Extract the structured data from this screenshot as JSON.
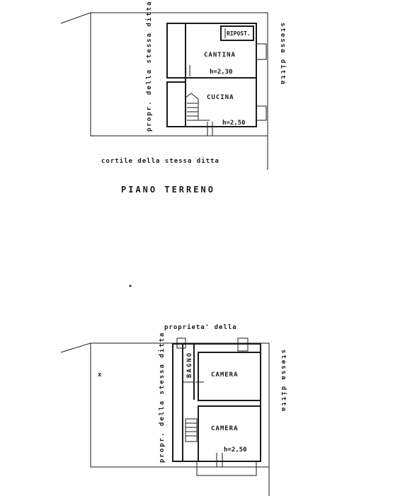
{
  "ground_floor": {
    "title": "PIANO TERRENO",
    "rooms": {
      "riposto": "RIPOST.",
      "cantina": "CANTINA",
      "cantina_height": "h=2,30",
      "cucina": "CUCINA",
      "cucina_height": "h=2,50"
    },
    "side_left": "propr. della stessa ditta",
    "side_right": "stessa ditta",
    "bottom": "cortile della stessa ditta"
  },
  "first_floor": {
    "rooms": {
      "bagno": "BAGNO",
      "camera_top": "CAMERA",
      "camera_bottom": "CAMERA",
      "camera_height": "h=2,50"
    },
    "top_label": "proprieta' della",
    "side_left": "propr. della stessa ditta",
    "side_right": "stessa ditta",
    "mark": "x"
  }
}
